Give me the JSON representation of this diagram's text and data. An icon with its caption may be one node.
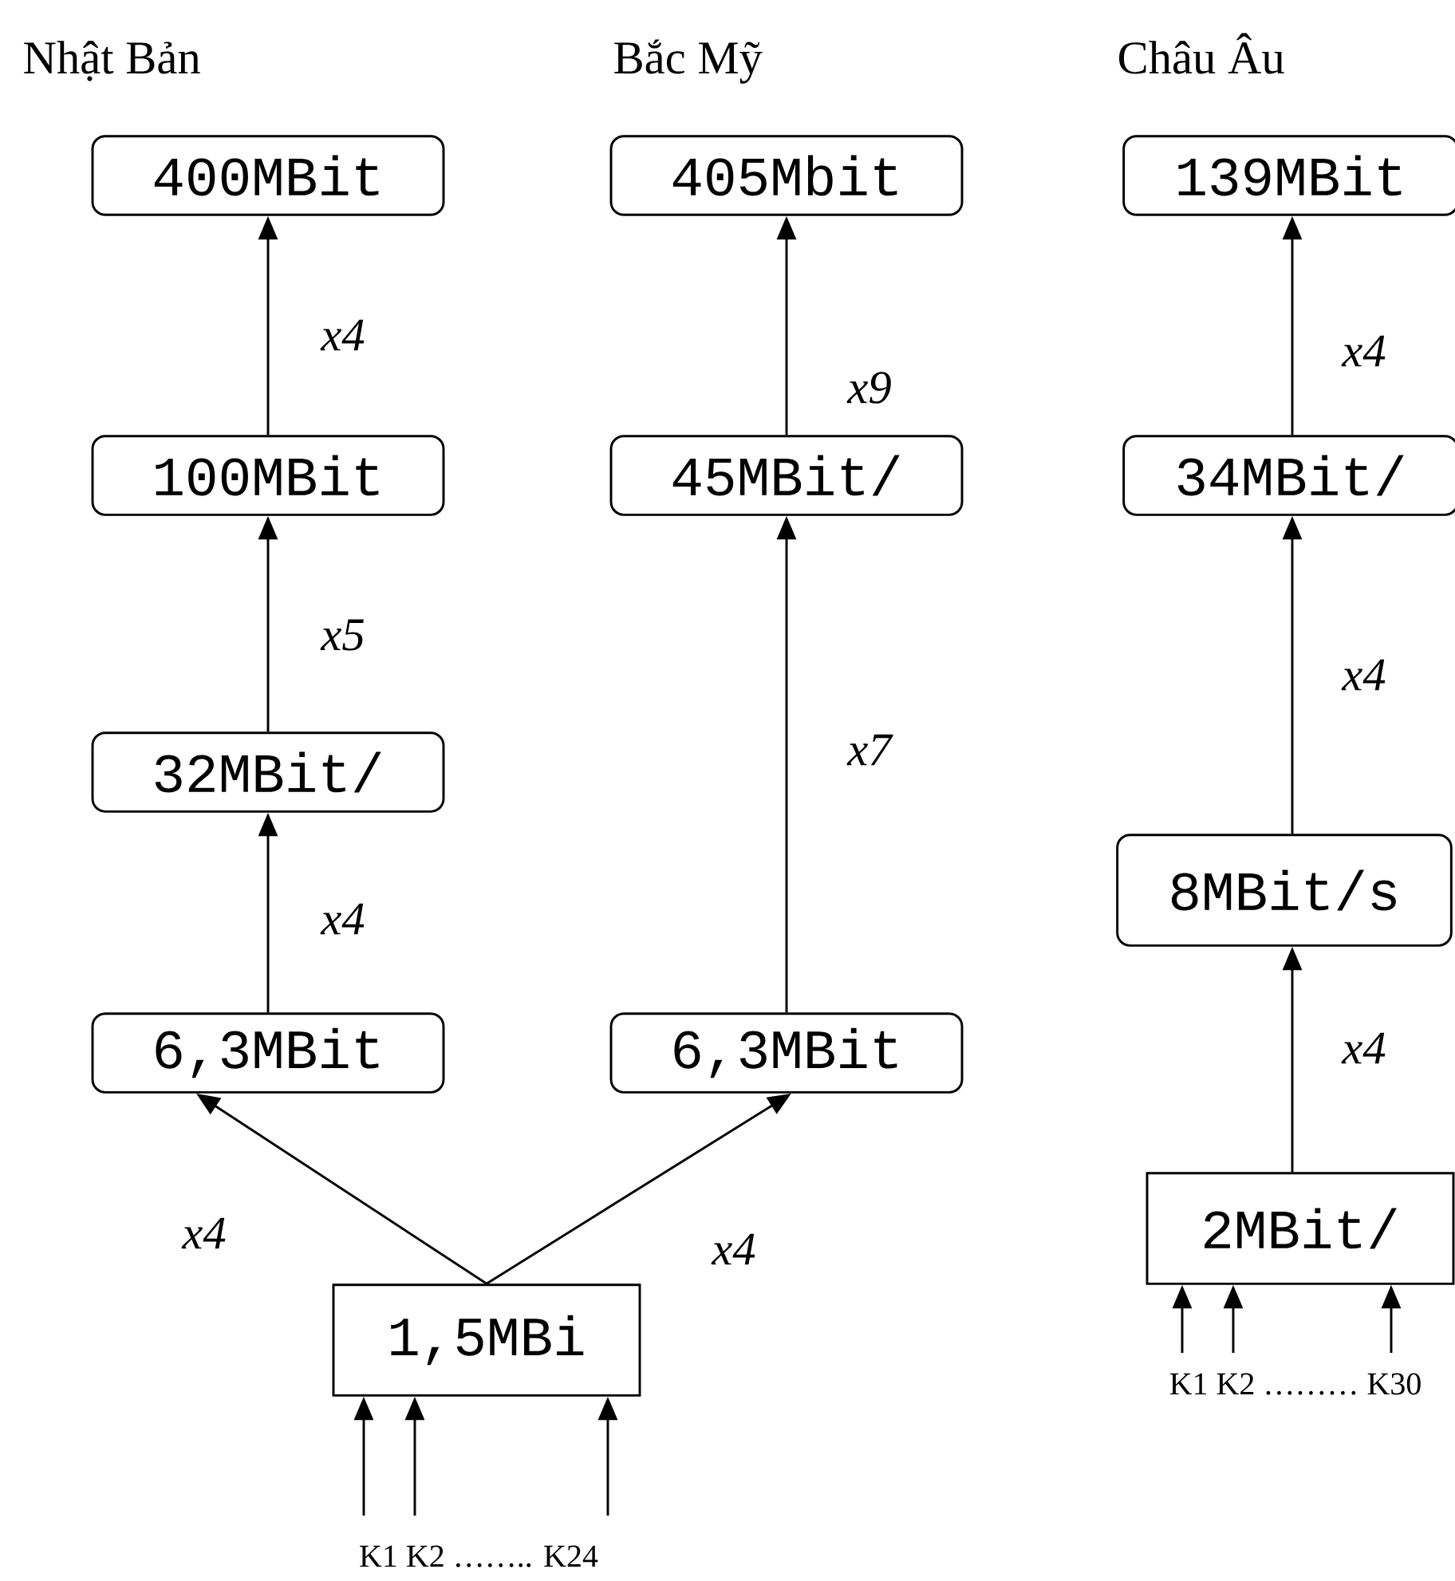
{
  "diagram": {
    "nodes": [
      {
        "text": [
          "400MBit"
        ]
      },
      {
        "text": [
          "100MBit"
        ]
      },
      {
        "text": [
          "32MBit/"
        ]
      },
      {
        "text": [
          "6,3MBit"
        ]
      },
      {
        "text": [
          "405Mbit"
        ]
      },
      {
        "text": [
          "45MBit/"
        ]
      },
      {
        "text": [
          "6,3MBit"
        ]
      },
      {
        "text": [
          "1,5MBi"
        ]
      },
      {
        "text": [
          "139MBit"
        ]
      },
      {
        "text": [
          "34MBit/"
        ]
      },
      {
        "text": [
          "8MBit/s"
        ]
      },
      {
        "text": [
          "2MBit/"
        ]
      }
    ],
    "edges": [
      {
        "from": 1,
        "to": 0,
        "arrow": "to",
        "label": "x4"
      },
      {
        "from": 2,
        "to": 1,
        "arrow": "to",
        "label": "x5"
      },
      {
        "from": 3,
        "to": 2,
        "arrow": "to",
        "label": "x4"
      },
      {
        "from": 7,
        "to": 3,
        "arrow": "to",
        "label": "x4"
      },
      {
        "from": 7,
        "to": 6,
        "arrow": "to",
        "label": "x4"
      },
      {
        "from": 6,
        "to": 5,
        "arrow": "to",
        "label": "x7"
      },
      {
        "from": 5,
        "to": 4,
        "arrow": "to",
        "label": "x9"
      },
      {
        "from": 11,
        "to": 10,
        "arrow": "to",
        "label": "x4"
      },
      {
        "from": 10,
        "to": 9,
        "arrow": "to",
        "label": "x4"
      },
      {
        "from": 9,
        "to": 8,
        "arrow": "to",
        "label": "x4"
      },
      {
        "from": null,
        "to": 7,
        "arrow": "to"
      },
      {
        "from": null,
        "to": 7,
        "arrow": "to"
      },
      {
        "from": null,
        "to": 7,
        "arrow": "to"
      },
      {
        "from": null,
        "to": 11,
        "arrow": "to"
      },
      {
        "from": null,
        "to": 11,
        "arrow": "to"
      },
      {
        "from": null,
        "to": 11,
        "arrow": "to"
      }
    ],
    "labels": [
      "Nhật Bản",
      "Bắc Mỹ",
      "Châu Âu",
      "K1 K2 …….. K24",
      "K1 K2 ……… K30"
    ]
  }
}
